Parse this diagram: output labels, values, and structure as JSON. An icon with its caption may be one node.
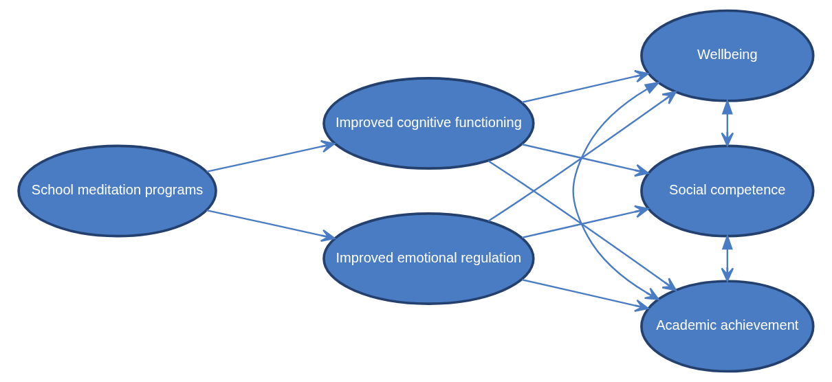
{
  "diagram": {
    "nodes": [
      {
        "text": [
          "School meditation programs"
        ]
      },
      {
        "text": [
          "Improved cognitive functioning"
        ]
      },
      {
        "text": [
          "Improved emotional regulation"
        ]
      },
      {
        "text": [
          "Wellbeing"
        ]
      },
      {
        "text": [
          "Social competence"
        ]
      },
      {
        "text": [
          "Academic achievement"
        ]
      }
    ],
    "edges": [
      {
        "from": 0,
        "to": 1,
        "arrow": "to"
      },
      {
        "from": 0,
        "to": 2,
        "arrow": "to"
      },
      {
        "from": 1,
        "to": 3,
        "arrow": "to"
      },
      {
        "from": 1,
        "to": 4,
        "arrow": "to"
      },
      {
        "from": 1,
        "to": 5,
        "arrow": "to"
      },
      {
        "from": 2,
        "to": 3,
        "arrow": "to"
      },
      {
        "from": 2,
        "to": 4,
        "arrow": "to"
      },
      {
        "from": 2,
        "to": 5,
        "arrow": "to"
      },
      {
        "from": 3,
        "to": 4,
        "arrow": "both"
      },
      {
        "from": 4,
        "to": 5,
        "arrow": "both"
      },
      {
        "from": 3,
        "to": 5,
        "arrow": "both"
      }
    ]
  }
}
